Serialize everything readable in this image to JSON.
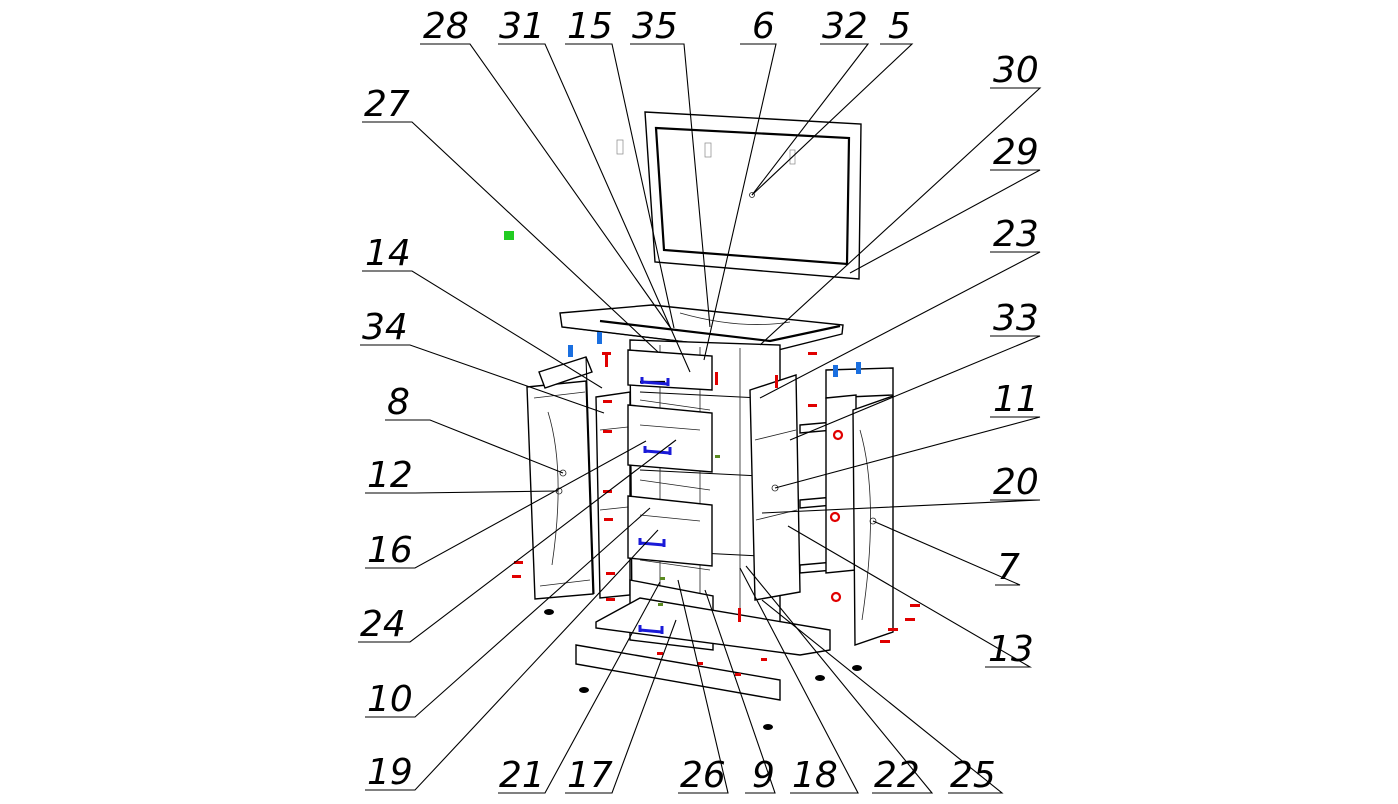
{
  "diagram": {
    "callouts": [
      {
        "id": "28",
        "text": "28"
      },
      {
        "id": "31",
        "text": "31"
      },
      {
        "id": "15",
        "text": "15"
      },
      {
        "id": "35",
        "text": "35"
      },
      {
        "id": "6",
        "text": "6"
      },
      {
        "id": "32",
        "text": "32"
      },
      {
        "id": "5",
        "text": "5"
      },
      {
        "id": "30",
        "text": "30"
      },
      {
        "id": "27",
        "text": "27"
      },
      {
        "id": "29",
        "text": "29"
      },
      {
        "id": "23",
        "text": "23"
      },
      {
        "id": "14",
        "text": "14"
      },
      {
        "id": "33",
        "text": "33"
      },
      {
        "id": "34",
        "text": "34"
      },
      {
        "id": "11",
        "text": "11"
      },
      {
        "id": "8",
        "text": "8"
      },
      {
        "id": "20",
        "text": "20"
      },
      {
        "id": "12",
        "text": "12"
      },
      {
        "id": "7",
        "text": "7"
      },
      {
        "id": "16",
        "text": "16"
      },
      {
        "id": "13",
        "text": "13"
      },
      {
        "id": "24",
        "text": "24"
      },
      {
        "id": "10",
        "text": "10"
      },
      {
        "id": "19",
        "text": "19"
      },
      {
        "id": "21",
        "text": "21"
      },
      {
        "id": "17",
        "text": "17"
      },
      {
        "id": "26",
        "text": "26"
      },
      {
        "id": "9",
        "text": "9"
      },
      {
        "id": "18",
        "text": "18"
      },
      {
        "id": "22",
        "text": "22"
      },
      {
        "id": "25",
        "text": "25"
      }
    ],
    "colors": {
      "line": "#000000",
      "fastener_red": "#e00000",
      "handle_blue": "#1a1ad8",
      "clip_blue": "#1a6fe0",
      "dowel_green": "#5a8a20",
      "marker_green": "#22cc22"
    }
  }
}
